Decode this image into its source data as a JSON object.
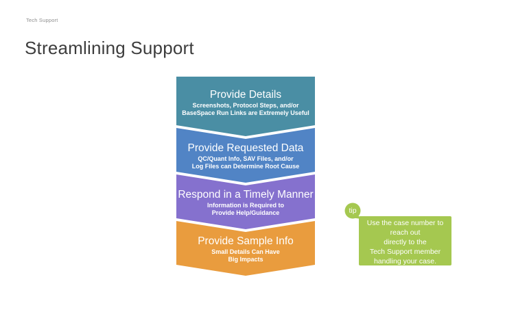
{
  "slide": {
    "eyebrow": "Tech Support",
    "title": "Streamlining Support"
  },
  "funnel": {
    "steps": [
      {
        "title": "Provide Details",
        "subtitle_lines": [
          "Screenshots, Protocol Steps, and/or",
          "BaseSpace Run Links are Extremely Useful"
        ],
        "color": "#4A8EA4"
      },
      {
        "title": "Provide Requested Data",
        "subtitle_lines": [
          "QC/Quant Info, SAV Files, and/or",
          "Log Files can Determine Root Cause"
        ],
        "color": "#5184C5"
      },
      {
        "title": "Respond in a Timely Manner",
        "subtitle_lines": [
          "Information is Required to",
          "Provide Help/Guidance"
        ],
        "color": "#8571CE"
      },
      {
        "title": "Provide Sample Info",
        "subtitle_lines": [
          "Small Details Can Have",
          "Big Impacts"
        ],
        "color": "#E99C3E"
      }
    ]
  },
  "tip": {
    "badge": "tip",
    "color": "#A5C850",
    "lines": [
      "Use the case number to",
      "reach out",
      "directly to the",
      "Tech Support member",
      "handling your case."
    ]
  }
}
